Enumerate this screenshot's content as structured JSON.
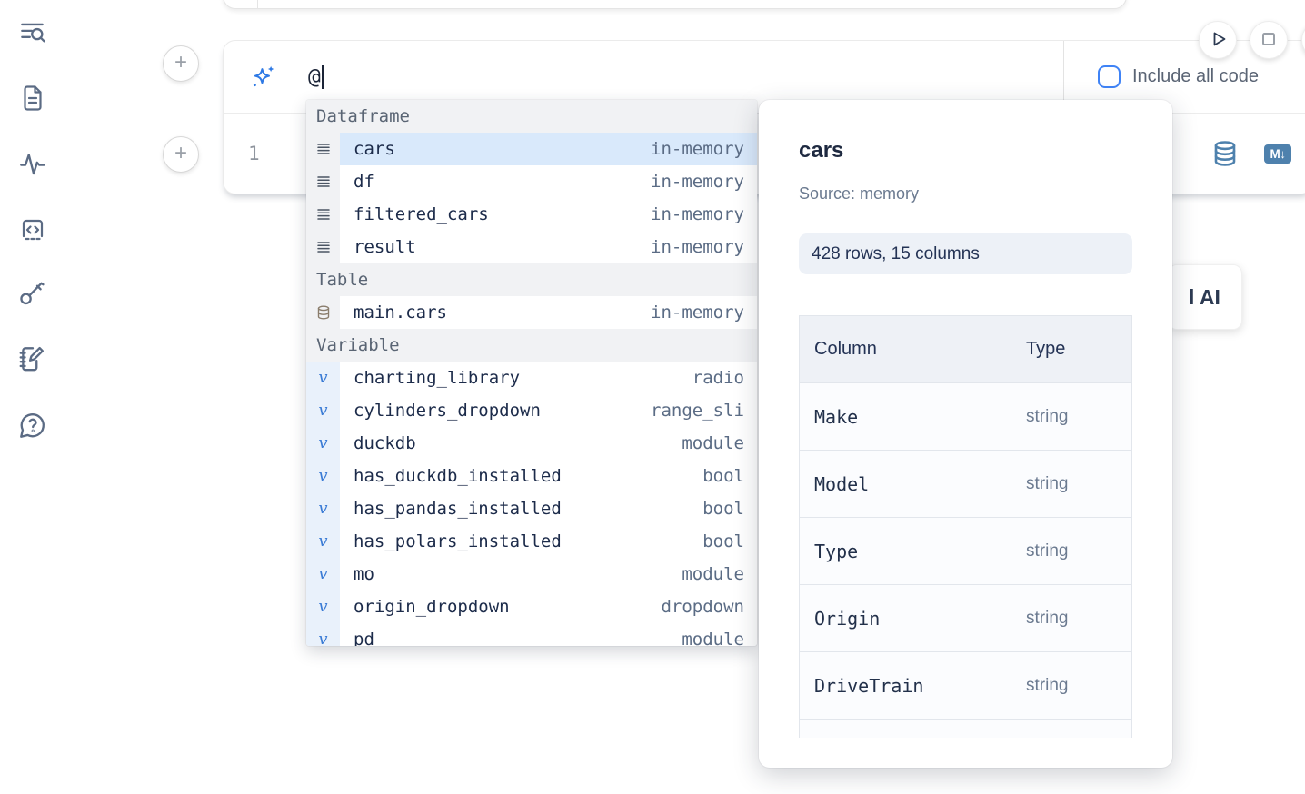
{
  "colors": {
    "accent_blue": "#3f83f6",
    "selection_blue": "#d9e9fb",
    "steel_blue_icon": "#4e81ad",
    "sidebar_icon": "#5b6b84",
    "badge_bg": "#edf1f7"
  },
  "sidebar": {
    "icons": [
      "list-search-icon",
      "file-text-icon",
      "activity-icon",
      "code-square-icon",
      "key-icon",
      "notebook-pen-icon",
      "help-circle-icon"
    ]
  },
  "cell": {
    "add_cell_above_label": "+",
    "add_cell_below_label": "+",
    "ai_prompt": {
      "value": "@",
      "icon": "sparkles-icon"
    },
    "include_all_code": {
      "label": "Include all code",
      "checked": false
    },
    "line_number": "1",
    "markdown_badge": "M↓",
    "datasource_icon": "database-icon"
  },
  "run_controls": {
    "play_icon": "play-icon",
    "stop_icon": "stop-icon"
  },
  "autocomplete": {
    "sections": [
      {
        "label": "Dataframe",
        "items": [
          {
            "icon": "dataframe",
            "name": "cars",
            "type": "in-memory",
            "selected": true
          },
          {
            "icon": "dataframe",
            "name": "df",
            "type": "in-memory"
          },
          {
            "icon": "dataframe",
            "name": "filtered_cars",
            "type": "in-memory"
          },
          {
            "icon": "dataframe",
            "name": "result",
            "type": "in-memory"
          }
        ]
      },
      {
        "label": "Table",
        "items": [
          {
            "icon": "database",
            "name": "main.cars",
            "type": "in-memory"
          }
        ]
      },
      {
        "label": "Variable",
        "items": [
          {
            "icon": "variable",
            "name": "charting_library",
            "type": "radio"
          },
          {
            "icon": "variable",
            "name": "cylinders_dropdown",
            "type": "range_sli"
          },
          {
            "icon": "variable",
            "name": "duckdb",
            "type": "module"
          },
          {
            "icon": "variable",
            "name": "has_duckdb_installed",
            "type": "bool"
          },
          {
            "icon": "variable",
            "name": "has_pandas_installed",
            "type": "bool"
          },
          {
            "icon": "variable",
            "name": "has_polars_installed",
            "type": "bool"
          },
          {
            "icon": "variable",
            "name": "mo",
            "type": "module"
          },
          {
            "icon": "variable",
            "name": "origin_dropdown",
            "type": "dropdown"
          },
          {
            "icon": "variable",
            "name": "pd",
            "type": "module"
          }
        ]
      }
    ]
  },
  "preview": {
    "title": "cars",
    "source_label": "Source: memory",
    "shape_badge": "428 rows, 15 columns",
    "columns_table": {
      "headers": [
        "Column",
        "Type"
      ],
      "rows": [
        [
          "Make",
          "string"
        ],
        [
          "Model",
          "string"
        ],
        [
          "Type",
          "string"
        ],
        [
          "Origin",
          "string"
        ],
        [
          "DriveTrain",
          "string"
        ],
        [
          "",
          ""
        ]
      ]
    }
  },
  "partial_ai_button": {
    "visible_text": "l AI"
  }
}
